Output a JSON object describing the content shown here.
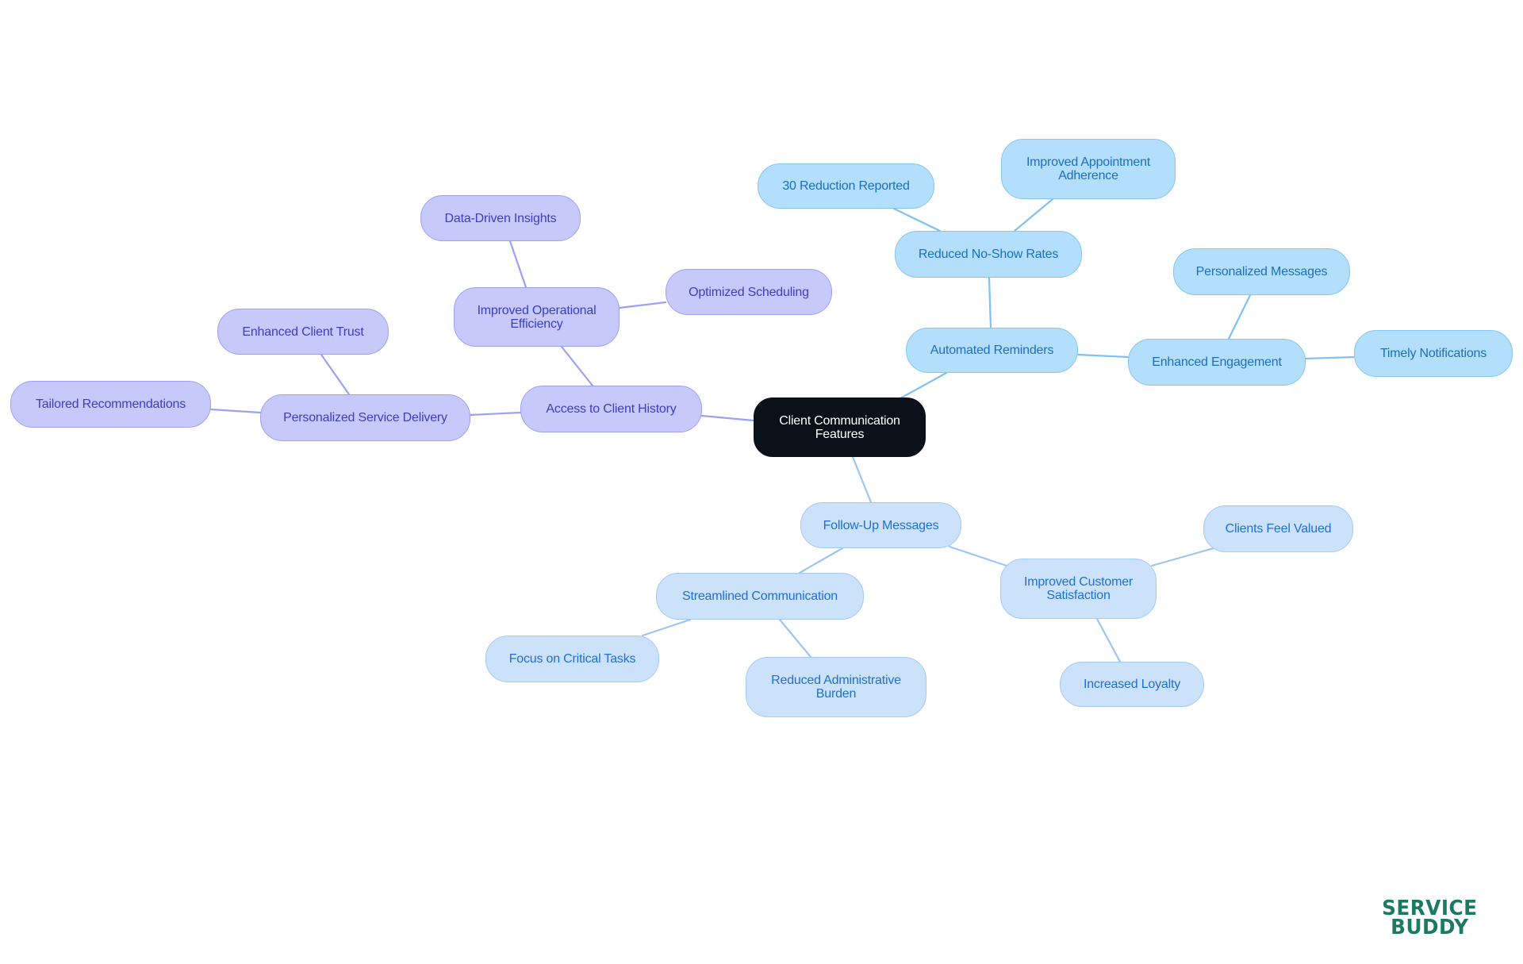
{
  "colors": {
    "root_fill": "#0B1118",
    "purple_fill": "#C8C9FB",
    "purple_text": "#3A3EC2",
    "purple_line": "#9EA1F2",
    "sky_fill": "#B3DEFC",
    "sky_text": "#1C6FBE",
    "sky_line": "#7FC0F5",
    "light_fill": "#CCE2FB",
    "light_text": "#1F6FD4",
    "light_line": "#9CC6F2",
    "logo_green": "#1B7B62"
  },
  "mindmap": {
    "root": {
      "id": "root",
      "label": "Client Communication Features"
    },
    "nodes": [
      {
        "id": "automated_reminders",
        "label": "Automated Reminders",
        "parent": "root",
        "branch": "sky"
      },
      {
        "id": "reduced_no_show",
        "label": "Reduced No-Show Rates",
        "parent": "automated_reminders",
        "branch": "sky"
      },
      {
        "id": "reduction_30",
        "label": "30 Reduction Reported",
        "parent": "reduced_no_show",
        "branch": "sky"
      },
      {
        "id": "appt_adherence",
        "label": "Improved Appointment Adherence",
        "parent": "reduced_no_show",
        "branch": "sky"
      },
      {
        "id": "enhanced_engagement",
        "label": "Enhanced Engagement",
        "parent": "automated_reminders",
        "branch": "sky"
      },
      {
        "id": "personalized_messages",
        "label": "Personalized Messages",
        "parent": "enhanced_engagement",
        "branch": "sky"
      },
      {
        "id": "timely_notifications",
        "label": "Timely Notifications",
        "parent": "enhanced_engagement",
        "branch": "sky"
      },
      {
        "id": "access_history",
        "label": "Access to Client History",
        "parent": "root",
        "branch": "purple"
      },
      {
        "id": "operational_efficiency",
        "label": "Improved Operational Efficiency",
        "parent": "access_history",
        "branch": "purple"
      },
      {
        "id": "data_insights",
        "label": "Data-Driven Insights",
        "parent": "operational_efficiency",
        "branch": "purple"
      },
      {
        "id": "optimized_scheduling",
        "label": "Optimized Scheduling",
        "parent": "operational_efficiency",
        "branch": "purple"
      },
      {
        "id": "personalized_delivery",
        "label": "Personalized Service Delivery",
        "parent": "access_history",
        "branch": "purple"
      },
      {
        "id": "client_trust",
        "label": "Enhanced Client Trust",
        "parent": "personalized_delivery",
        "branch": "purple"
      },
      {
        "id": "tailored_recs",
        "label": "Tailored Recommendations",
        "parent": "personalized_delivery",
        "branch": "purple"
      },
      {
        "id": "follow_up",
        "label": "Follow-Up Messages",
        "parent": "root",
        "branch": "light"
      },
      {
        "id": "streamlined_comm",
        "label": "Streamlined Communication",
        "parent": "follow_up",
        "branch": "light"
      },
      {
        "id": "focus_tasks",
        "label": "Focus on Critical Tasks",
        "parent": "streamlined_comm",
        "branch": "light"
      },
      {
        "id": "reduced_admin",
        "label": "Reduced Administrative Burden",
        "parent": "streamlined_comm",
        "branch": "light"
      },
      {
        "id": "customer_satisfaction",
        "label": "Improved Customer Satisfaction",
        "parent": "follow_up",
        "branch": "light"
      },
      {
        "id": "feel_valued",
        "label": "Clients Feel Valued",
        "parent": "customer_satisfaction",
        "branch": "light"
      },
      {
        "id": "increased_loyalty",
        "label": "Increased Loyalty",
        "parent": "customer_satisfaction",
        "branch": "light"
      }
    ]
  },
  "labels": {
    "root_line1": "Client Communication",
    "root_line2": "Features",
    "automated_reminders": "Automated Reminders",
    "reduced_no_show": "Reduced No-Show Rates",
    "reduction_30": "30 Reduction Reported",
    "appt_adherence_line1": "Improved Appointment",
    "appt_adherence_line2": "Adherence",
    "enhanced_engagement": "Enhanced Engagement",
    "personalized_messages": "Personalized Messages",
    "timely_notifications": "Timely Notifications",
    "access_history": "Access to Client History",
    "operational_efficiency_line1": "Improved Operational",
    "operational_efficiency_line2": "Efficiency",
    "data_insights": "Data-Driven Insights",
    "optimized_scheduling": "Optimized Scheduling",
    "personalized_delivery": "Personalized Service Delivery",
    "client_trust": "Enhanced Client Trust",
    "tailored_recs": "Tailored Recommendations",
    "follow_up": "Follow-Up Messages",
    "streamlined_comm": "Streamlined Communication",
    "focus_tasks": "Focus on Critical Tasks",
    "reduced_admin_line1": "Reduced Administrative",
    "reduced_admin_line2": "Burden",
    "customer_satisfaction_line1": "Improved Customer",
    "customer_satisfaction_line2": "Satisfaction",
    "feel_valued": "Clients Feel Valued",
    "increased_loyalty": "Increased Loyalty"
  },
  "logo": {
    "line1": "SERVICE",
    "line2": "BUDDY",
    "icon": "pencil-icon"
  }
}
